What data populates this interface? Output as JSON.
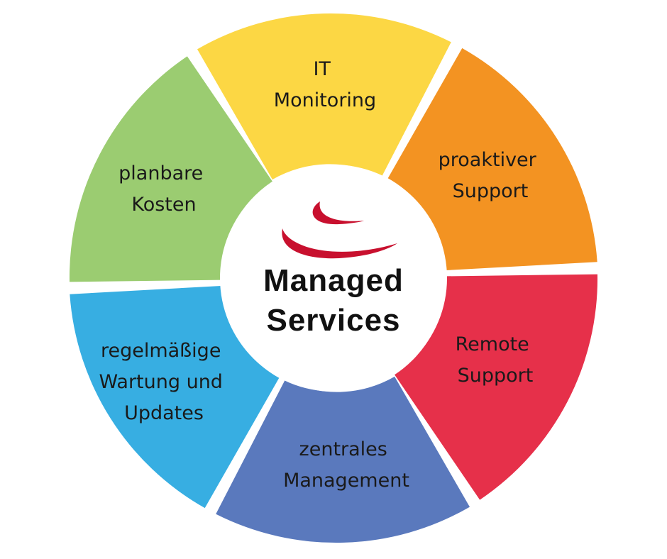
{
  "center": {
    "line1": "Managed",
    "line2": "Services",
    "logo_color": "#c8102e"
  },
  "segments": [
    {
      "id": "it-monitoring",
      "lines": [
        "IT",
        "Monitoring"
      ],
      "color": "#fcd744"
    },
    {
      "id": "proaktiver-support",
      "lines": [
        "proaktiver",
        "Support"
      ],
      "color": "#f39322"
    },
    {
      "id": "remote-support",
      "lines": [
        "Remote",
        "Support"
      ],
      "color": "#e6304a"
    },
    {
      "id": "zentrales-management",
      "lines": [
        "zentrales",
        "Management"
      ],
      "color": "#5a79bd"
    },
    {
      "id": "regelmaessige-wartung",
      "lines": [
        "regelmäßige",
        "Wartung und",
        "Updates"
      ],
      "color": "#37aee2"
    },
    {
      "id": "planbare-kosten",
      "lines": [
        "planbare",
        "Kosten"
      ],
      "color": "#9bcc71"
    }
  ]
}
